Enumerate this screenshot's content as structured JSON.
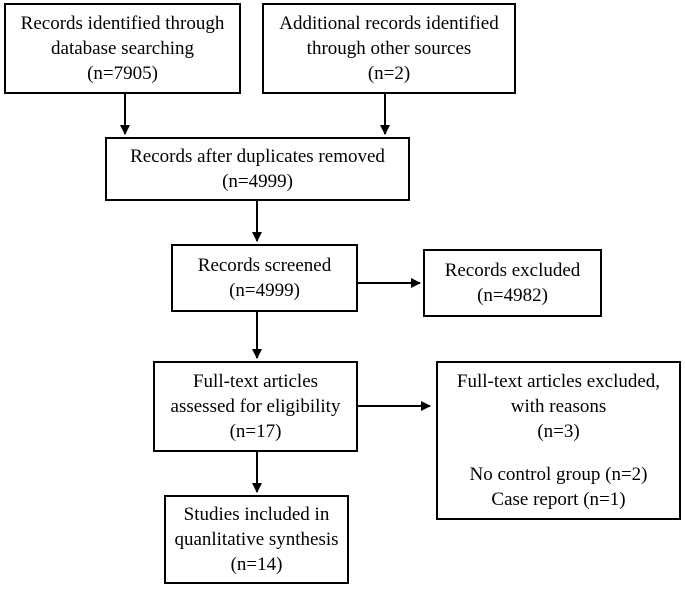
{
  "boxes": {
    "db_search": {
      "lines": [
        "Records identified through",
        "database searching",
        "(n=7905)"
      ]
    },
    "other_sources": {
      "lines": [
        "Additional records identified",
        "through other sources",
        "(n=2)"
      ]
    },
    "duplicates": {
      "lines": [
        "Records after duplicates removed",
        "(n=4999)"
      ]
    },
    "screened": {
      "lines": [
        "Records screened",
        "(n=4999)"
      ]
    },
    "excluded": {
      "lines": [
        "Records excluded",
        "(n=4982)"
      ]
    },
    "fulltext": {
      "lines": [
        "Full-text articles",
        "assessed for eligibility",
        "(n=17)"
      ]
    },
    "fulltext_excluded": {
      "lines": [
        "Full-text articles excluded,",
        "with reasons",
        "(n=3)"
      ],
      "reasons": [
        "No control group (n=2)",
        "Case report (n=1)"
      ]
    },
    "included": {
      "lines": [
        "Studies included in",
        "quanlitative synthesis",
        "(n=14)"
      ]
    }
  },
  "colors": {
    "stroke": "#000000",
    "background": "#ffffff"
  }
}
